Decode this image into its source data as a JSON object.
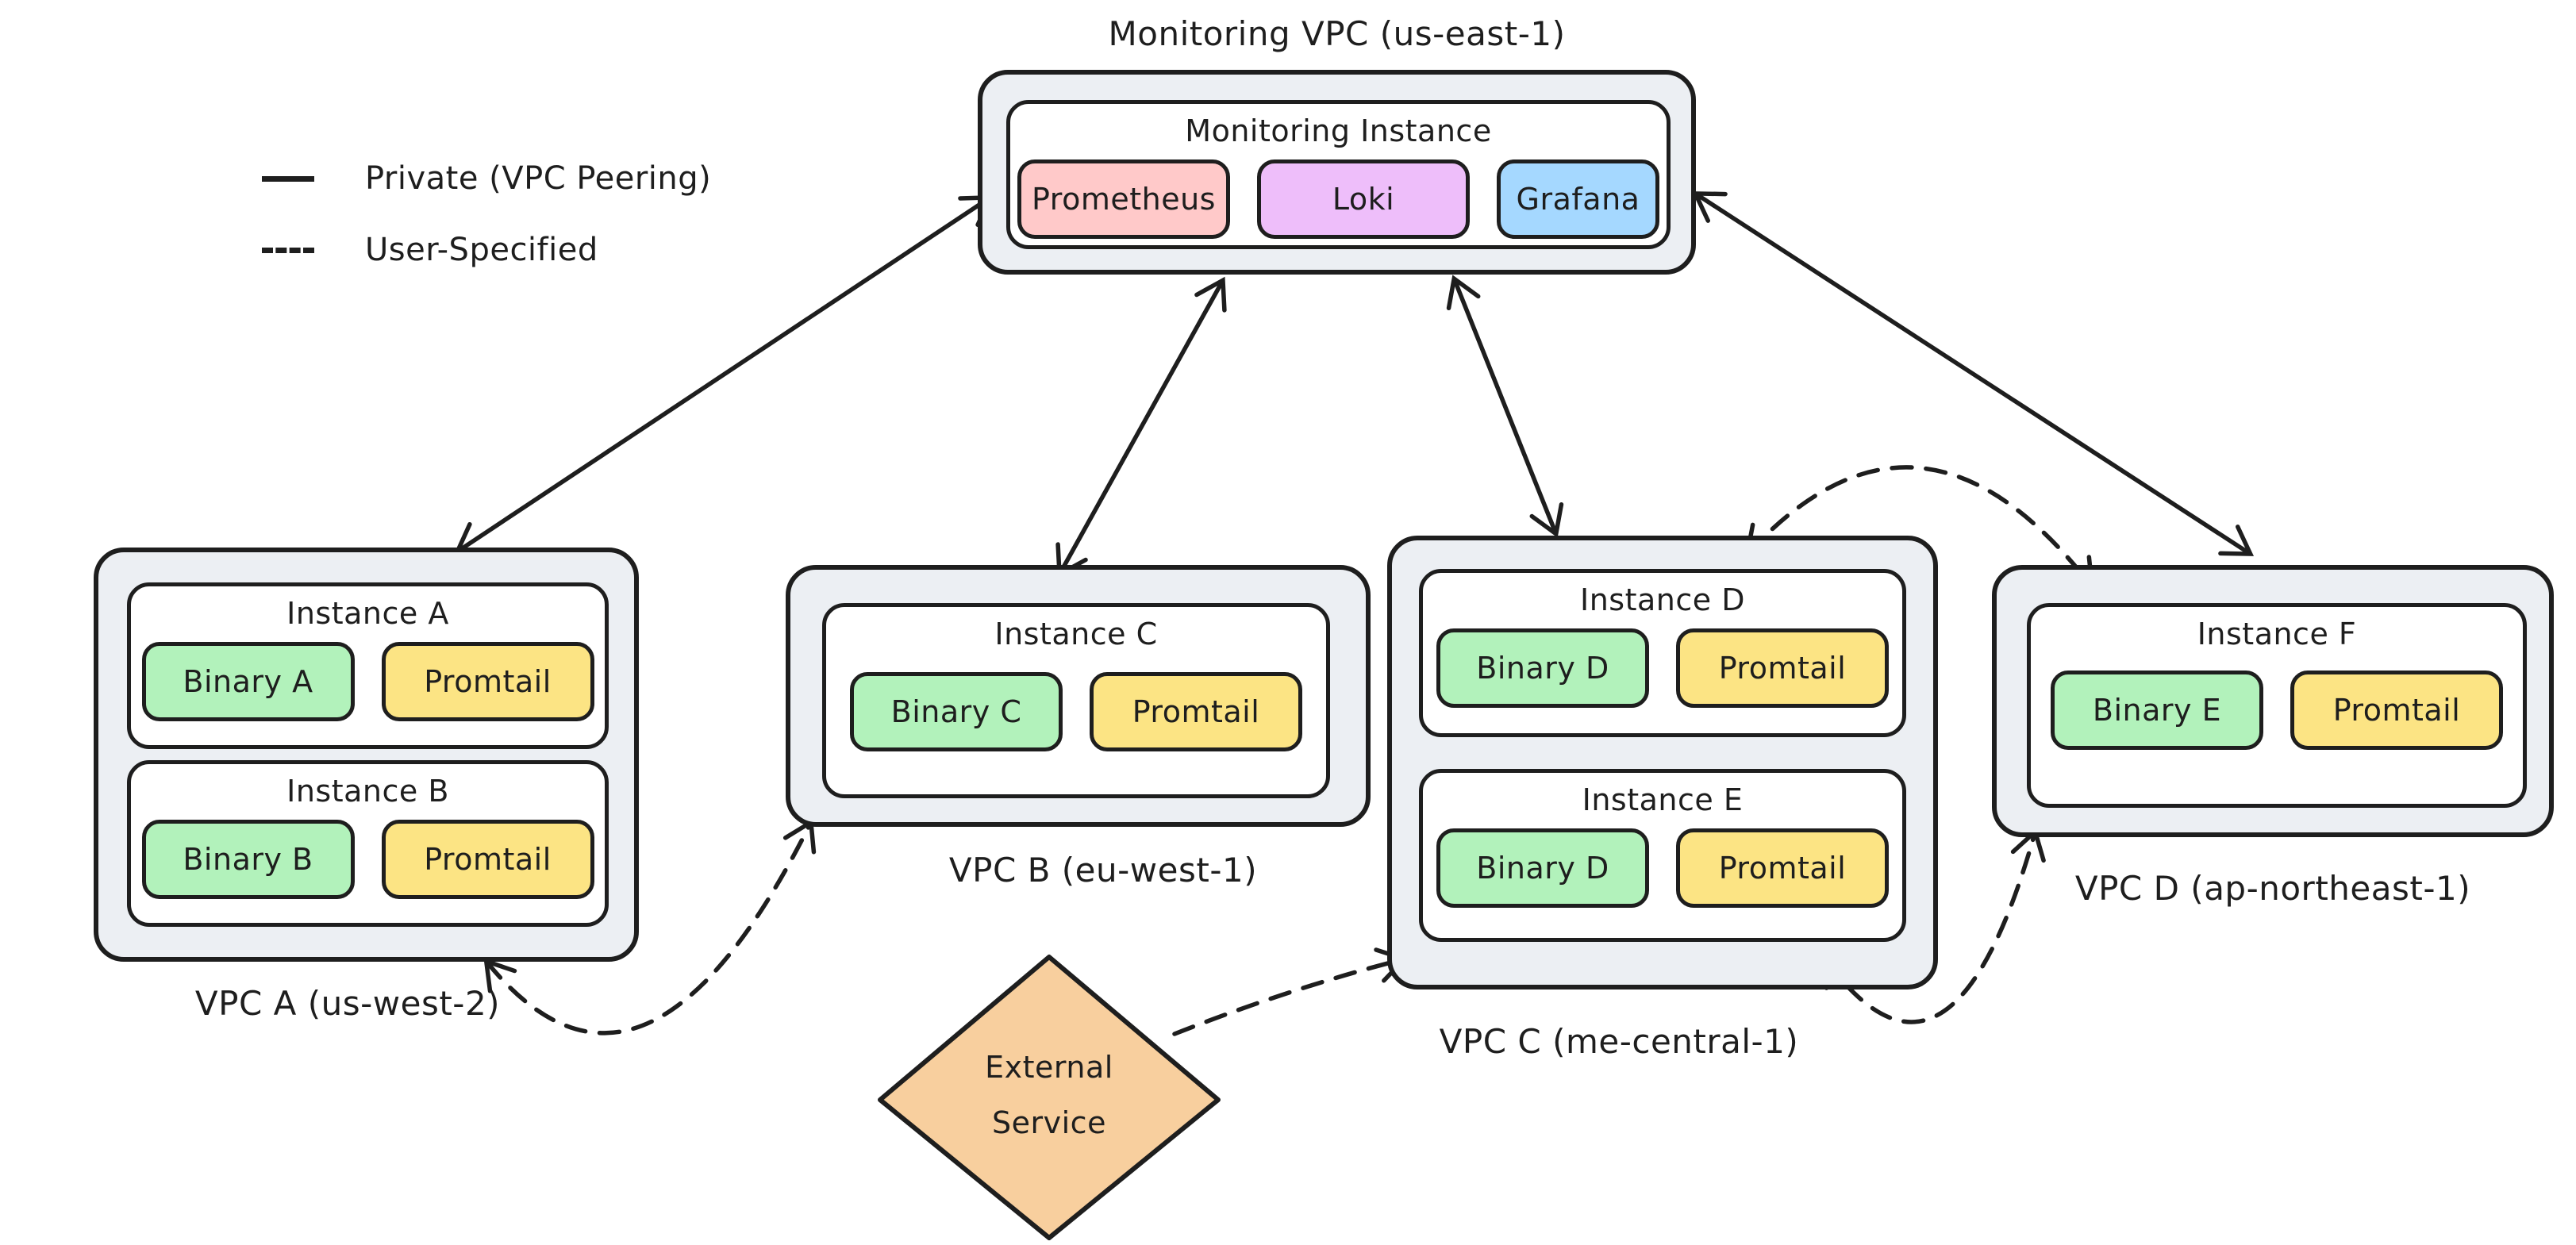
{
  "legend": {
    "items": [
      {
        "label": "Private (VPC Peering)",
        "style": "solid"
      },
      {
        "label": "User-Specified",
        "style": "dashed"
      }
    ]
  },
  "monitoring_vpc": {
    "title": "Monitoring VPC (us-east-1)",
    "instance": {
      "label": "Monitoring Instance",
      "modules": [
        {
          "label": "Prometheus",
          "color": "#ffc9c9"
        },
        {
          "label": "Loki",
          "color": "#eebefa"
        },
        {
          "label": "Grafana",
          "color": "#a5d8ff"
        }
      ]
    }
  },
  "vpcs": [
    {
      "caption": "VPC A (us-west-2)",
      "instances": [
        {
          "label": "Instance A",
          "modules": [
            {
              "label": "Binary A",
              "color": "#b2f2bb"
            },
            {
              "label": "Promtail",
              "color": "#fce484"
            }
          ]
        },
        {
          "label": "Instance B",
          "modules": [
            {
              "label": "Binary B",
              "color": "#b2f2bb"
            },
            {
              "label": "Promtail",
              "color": "#fce484"
            }
          ]
        }
      ]
    },
    {
      "caption": "VPC B (eu-west-1)",
      "instances": [
        {
          "label": "Instance C",
          "modules": [
            {
              "label": "Binary C",
              "color": "#b2f2bb"
            },
            {
              "label": "Promtail",
              "color": "#fce484"
            }
          ]
        }
      ]
    },
    {
      "caption": "VPC C (me-central-1)",
      "instances": [
        {
          "label": "Instance D",
          "modules": [
            {
              "label": "Binary D",
              "color": "#b2f2bb"
            },
            {
              "label": "Promtail",
              "color": "#fce484"
            }
          ]
        },
        {
          "label": "Instance E",
          "modules": [
            {
              "label": "Binary D",
              "color": "#b2f2bb"
            },
            {
              "label": "Promtail",
              "color": "#fce484"
            }
          ]
        }
      ]
    },
    {
      "caption": "VPC D (ap-northeast-1)",
      "instances": [
        {
          "label": "Instance F",
          "modules": [
            {
              "label": "Binary E",
              "color": "#b2f2bb"
            },
            {
              "label": "Promtail",
              "color": "#fce484"
            }
          ]
        }
      ]
    }
  ],
  "external_service": {
    "line1": "External",
    "line2": "Service",
    "color": "#f8cf9e"
  },
  "connections": [
    {
      "from": "Monitoring Instance",
      "to": "VPC A",
      "type": "private-vpc-peering",
      "line": "solid",
      "bidirectional": true
    },
    {
      "from": "Monitoring Instance",
      "to": "VPC B",
      "type": "private-vpc-peering",
      "line": "solid",
      "bidirectional": true
    },
    {
      "from": "Monitoring Instance",
      "to": "VPC C",
      "type": "private-vpc-peering",
      "line": "solid",
      "bidirectional": true
    },
    {
      "from": "Monitoring Instance",
      "to": "VPC D",
      "type": "private-vpc-peering",
      "line": "solid",
      "bidirectional": true
    },
    {
      "from": "VPC A (Instance B)",
      "to": "VPC B",
      "type": "user-specified",
      "line": "dashed",
      "bidirectional": true
    },
    {
      "from": "External Service",
      "to": "VPC C (Instance E)",
      "type": "user-specified",
      "line": "dashed",
      "bidirectional": false
    },
    {
      "from": "VPC C (Instance D)",
      "to": "VPC D",
      "type": "user-specified",
      "line": "dashed",
      "bidirectional": true
    },
    {
      "from": "VPC C (Instance E)",
      "to": "VPC D",
      "type": "user-specified",
      "line": "dashed",
      "bidirectional": true
    }
  ],
  "colors": {
    "stroke": "#1e1e1e",
    "vpc_fill": "#eceff3",
    "instance_fill": "#ffffff",
    "background": "#ffffff"
  }
}
